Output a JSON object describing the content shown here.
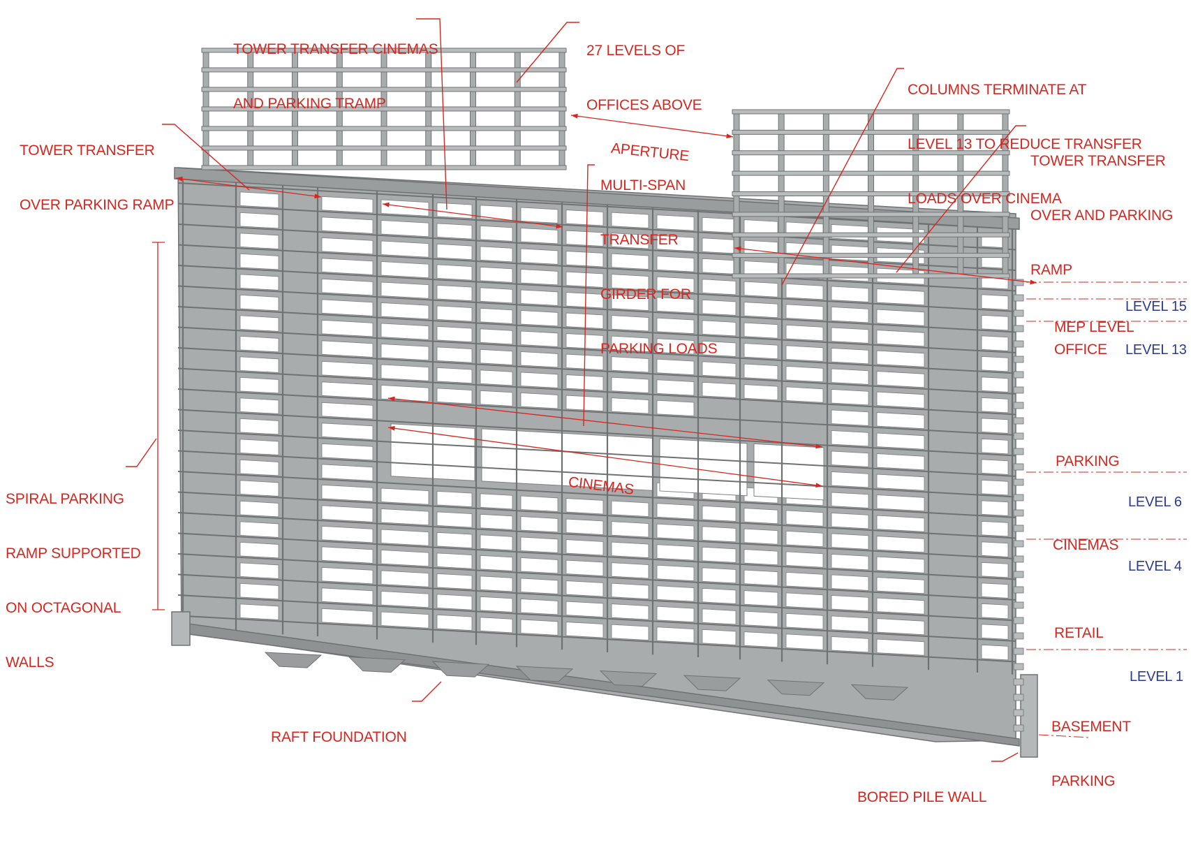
{
  "colors": {
    "annotation": "#d8261f",
    "level_marker": "#2a3a96",
    "structure_fill": "#a9acad",
    "structure_edge": "#6f7273",
    "structure_shadow": "#7d8081",
    "background": "#ffffff"
  },
  "annotations": {
    "tower_transfer_cinemas": [
      "TOWER TRANSFER CINEMAS",
      "AND PARKING TRAMP"
    ],
    "offices_above": [
      "27 LEVELS OF",
      "OFFICES ABOVE"
    ],
    "columns_terminate": [
      "COLUMNS TERMINATE AT",
      "LEVEL 13 TO REDUCE TRANSFER",
      "LOADS OVER CINEMA"
    ],
    "tower_transfer_parking_left": [
      "TOWER TRANSFER",
      "OVER PARKING RAMP"
    ],
    "aperture": "APERTURE",
    "multi_span_girder": [
      "MULTI-SPAN",
      "TRANSFER",
      "GIRDER FOR",
      "PARKING LOADS"
    ],
    "tower_transfer_parking_right": [
      "TOWER TRANSFER",
      "OVER AND PARKING",
      "RAMP"
    ],
    "spiral_ramp": [
      "SPIRAL PARKING",
      "RAMP SUPPORTED",
      "ON OCTAGONAL",
      "WALLS"
    ],
    "cinemas_center": "CINEMAS",
    "raft_foundation": "RAFT FOUNDATION",
    "bored_pile_wall": "BORED PILE WALL"
  },
  "zones": {
    "mep_level": "MEP LEVEL",
    "office": "OFFICE",
    "parking": "PARKING",
    "cinemas": "CINEMAS",
    "retail": "RETAIL",
    "basement_parking": [
      "BASEMENT",
      "PARKING"
    ]
  },
  "levels": {
    "level_15": "LEVEL 15",
    "level_13": "LEVEL 13",
    "level_6": "LEVEL 6",
    "level_4": "LEVEL 4",
    "level_1": "LEVEL 1"
  }
}
